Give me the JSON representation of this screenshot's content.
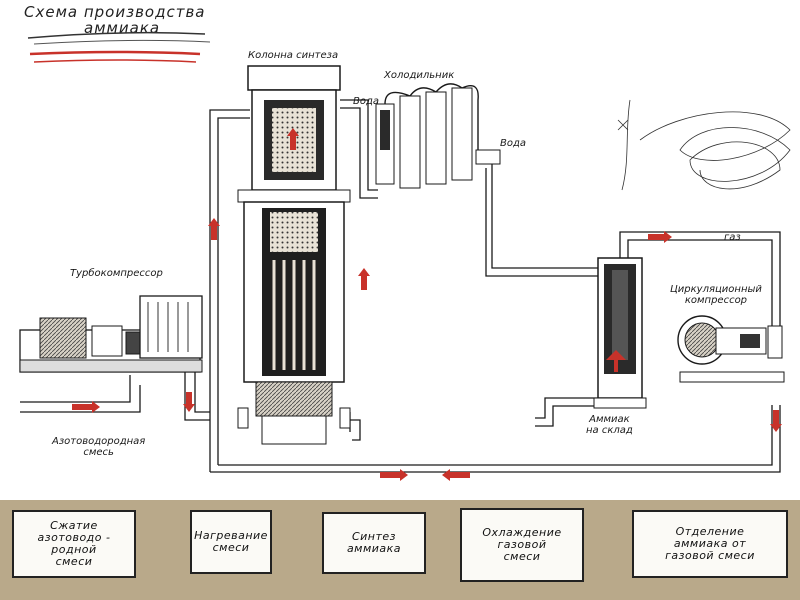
{
  "title": {
    "line1": "Схема производства",
    "line2": "аммиака"
  },
  "labels": {
    "synthesis_column": "Колонна синтеза",
    "water_in": "Вода",
    "cooler": "Холодильник",
    "water_out": "Вода",
    "turbocompressor": "Турбокомпрессор",
    "gas_mixture_line1": "Азотоводородная",
    "gas_mixture_line2": "смесь",
    "gas": "газ",
    "circ_compressor_line1": "Циркуляционный",
    "circ_compressor_line2": "компрессор",
    "ammonia_line1": "Аммиак",
    "ammonia_line2": "на склад"
  },
  "process_steps": [
    {
      "line1": "Сжатие",
      "line2": "азотоводо -",
      "line3": "родной",
      "line4": "смеси"
    },
    {
      "line1": "Нагревание",
      "line2": "смеси",
      "line3": "",
      "line4": ""
    },
    {
      "line1": "Синтез",
      "line2": "аммиака",
      "line3": "",
      "line4": ""
    },
    {
      "line1": "Охлаждение",
      "line2": "газовой",
      "line3": "смеси",
      "line4": ""
    },
    {
      "line1": "Отделение",
      "line2": "аммиака от",
      "line3": "газовой смеси",
      "line4": ""
    }
  ],
  "colors": {
    "ink": "#1a1a1a",
    "arrow": "#c8322a",
    "band": "#b9a98a",
    "box": "#fbfaf6"
  }
}
